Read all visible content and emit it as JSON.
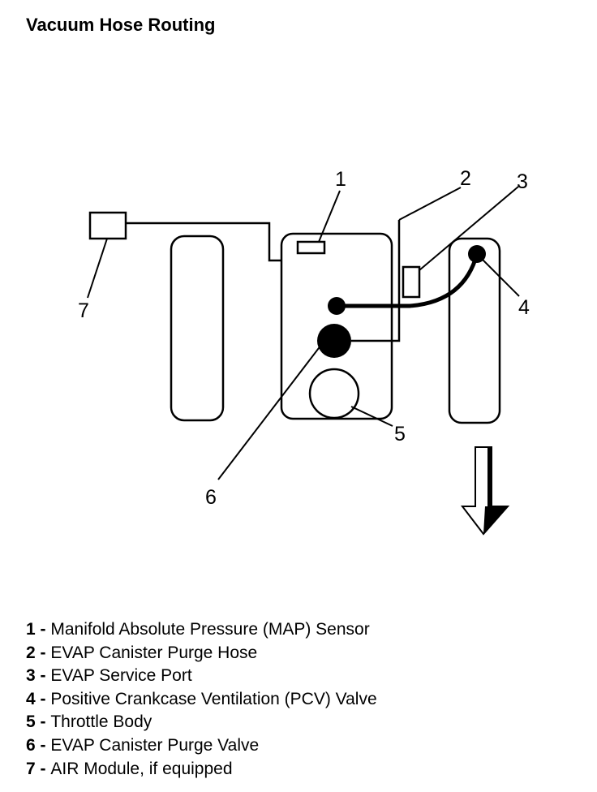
{
  "title": "Vacuum Hose Routing",
  "callouts": {
    "c1": "1",
    "c2": "2",
    "c3": "3",
    "c4": "4",
    "c5": "5",
    "c6": "6",
    "c7": "7"
  },
  "legend": [
    {
      "num": "1",
      "sep": " - ",
      "label": "Manifold Absolute Pressure (MAP) Sensor"
    },
    {
      "num": "2",
      "sep": " - ",
      "label": "EVAP Canister Purge Hose"
    },
    {
      "num": "3",
      "sep": " - ",
      "label": "EVAP Service Port"
    },
    {
      "num": "4",
      "sep": " - ",
      "label": "Positive Crankcase Ventilation (PCV) Valve"
    },
    {
      "num": "5",
      "sep": " - ",
      "label": "Throttle Body"
    },
    {
      "num": "6",
      "sep": " - ",
      "label": "EVAP Canister Purge Valve"
    },
    {
      "num": "7",
      "sep": " - ",
      "label": "AIR Module, if equipped"
    }
  ]
}
